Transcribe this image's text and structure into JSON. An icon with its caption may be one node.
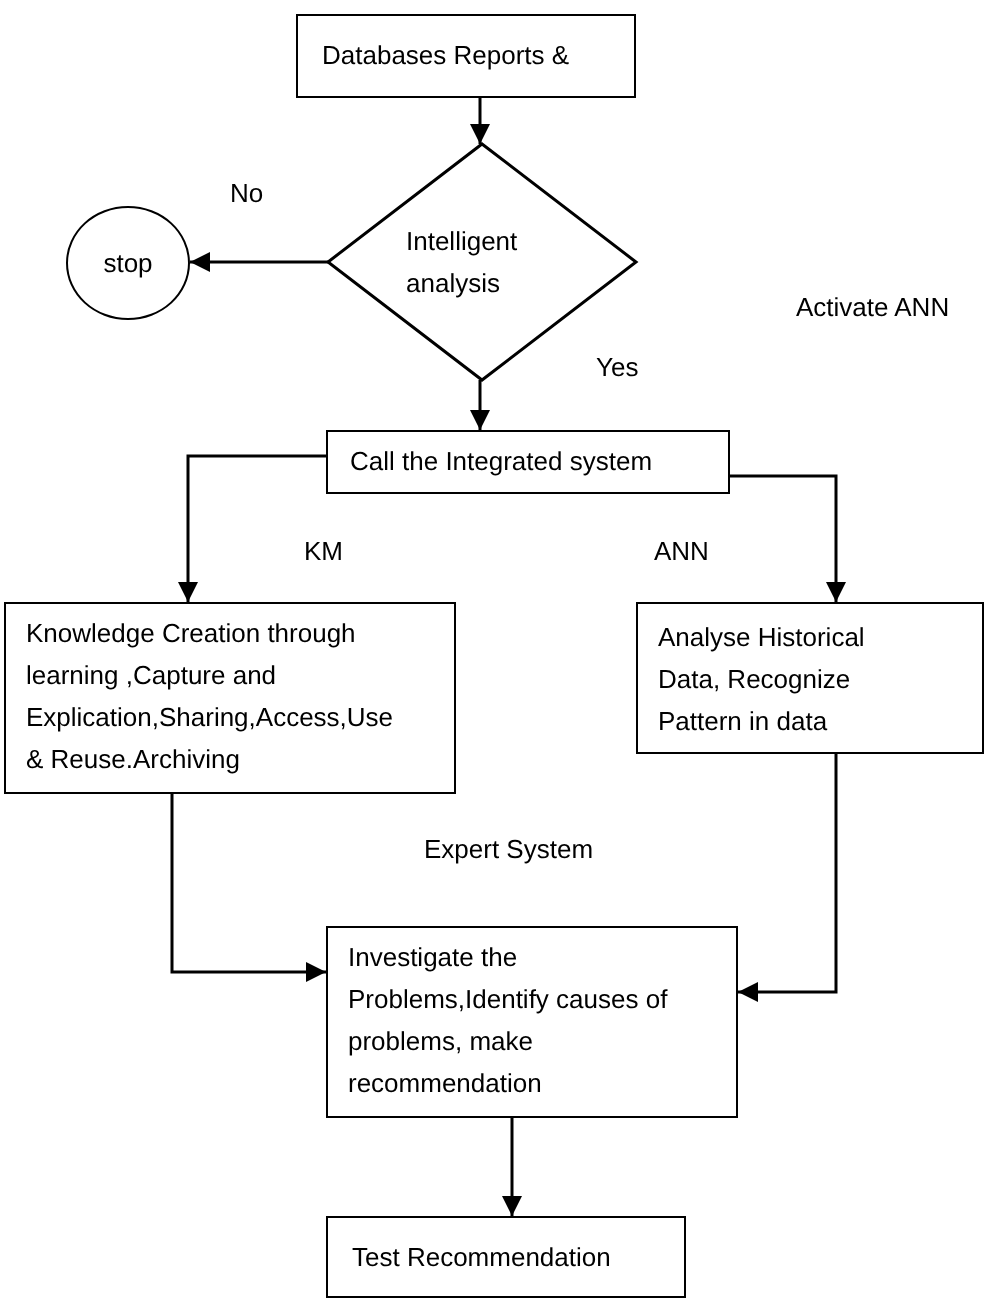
{
  "diagram": {
    "nodes": [
      {
        "text": [
          "Databases Reports &"
        ]
      },
      {
        "text": [
          "Intelligent analysis"
        ]
      },
      {
        "text": [
          "stop"
        ]
      },
      {
        "text": [
          "Call the Integrated system"
        ]
      },
      {
        "text": [
          "Knowledge Creation through learning ,Capture and Explication,Sharing,Access,Use & Reuse.Archiving"
        ]
      },
      {
        "text": [
          "Analyse Historical Data, Recognize Pattern in data"
        ]
      },
      {
        "text": [
          "Investigate the Problems,Identify causes of problems, make recommendation"
        ]
      },
      {
        "text": [
          "Test Recommendation"
        ]
      }
    ],
    "edges": [
      {
        "from": 0,
        "to": 1,
        "arrow": "to"
      },
      {
        "from": 1,
        "to": 2,
        "label": "No",
        "arrow": "to"
      },
      {
        "from": 1,
        "to": 3,
        "label": "Yes",
        "arrow": "to"
      },
      {
        "from": 3,
        "to": 4,
        "label": "KM",
        "arrow": "to"
      },
      {
        "from": 3,
        "to": 5,
        "label": "ANN",
        "arrow": "to"
      },
      {
        "from": 4,
        "to": 6,
        "arrow": "to"
      },
      {
        "from": 5,
        "to": 6,
        "arrow": "to"
      },
      {
        "from": 6,
        "to": 7,
        "arrow": "to"
      }
    ],
    "labels": [
      "Activate ANN",
      "Expert System"
    ]
  }
}
